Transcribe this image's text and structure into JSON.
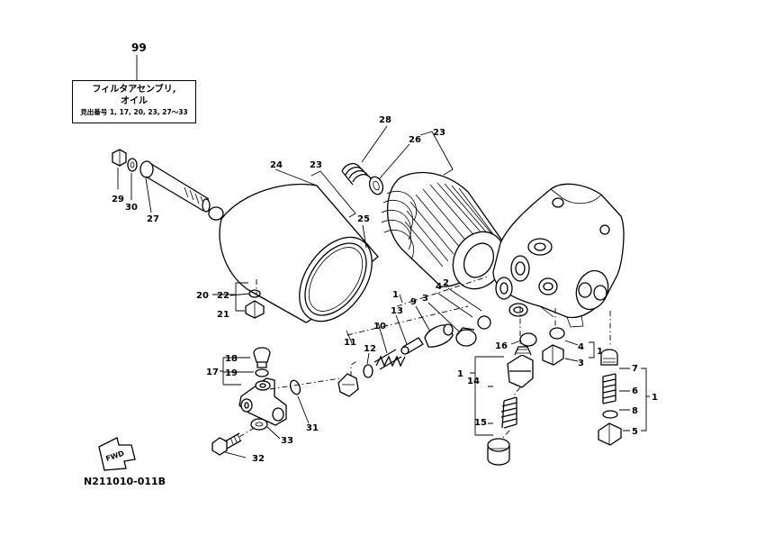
{
  "label_box": {
    "number": "99",
    "line1": "フィルタアセンブリ,",
    "line2": "オイル",
    "line3": "見出番号 1, 17, 20, 23, 27〜33"
  },
  "ref_code": "N211010-011B",
  "fwd_label": "FWD",
  "callouts": {
    "c1a": "1",
    "c1b": "1",
    "c1c": "1",
    "c1d": "1",
    "c2": "2",
    "c3a": "3",
    "c3b": "3",
    "c4a": "4",
    "c4b": "4",
    "c5": "5",
    "c6": "6",
    "c7": "7",
    "c8": "8",
    "c9": "9",
    "c10": "10",
    "c11": "11",
    "c12": "12",
    "c13": "13",
    "c14": "14",
    "c15": "15",
    "c16": "16",
    "c17": "17",
    "c18": "18",
    "c19": "19",
    "c20": "20",
    "c21": "21",
    "c22": "22",
    "c23a": "23",
    "c23b": "23",
    "c24": "24",
    "c25": "25",
    "c26": "26",
    "c27": "27",
    "c28": "28",
    "c29": "29",
    "c30": "30",
    "c31": "31",
    "c32": "32",
    "c33": "33"
  }
}
